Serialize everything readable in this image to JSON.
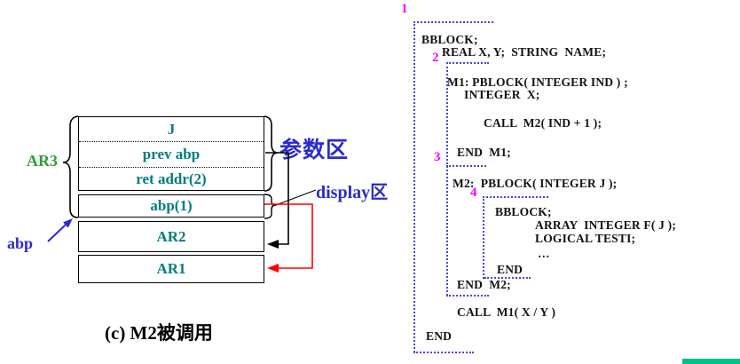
{
  "slide": {
    "accent_bar_color": "#00C08C"
  },
  "diagram": {
    "ar_brace_label": "AR3",
    "abp_pointer_label": "abp",
    "stack_rows": [
      "J",
      "prev abp",
      "ret addr(2)",
      "abp(1)"
    ],
    "lower_frames": [
      "AR2",
      "AR1"
    ],
    "param_area_label": "参数区",
    "display_area_label": "display区",
    "caption": "(c) M2被调用",
    "colors": {
      "frame_text": "#007d7d",
      "brace_label_green": "#2e9e2e",
      "blue_annotation": "#2b2bcc",
      "prev_abp_link": "#000000",
      "display_link": "#ff0000"
    }
  },
  "code": {
    "scope_markers": [
      "1",
      "2",
      "3",
      "4"
    ],
    "marker_color": "#ff00ff",
    "border_color": "#4646dd",
    "lines": [
      "BBLOCK;",
      "REAL X, Y;  STRING  NAME;",
      "M1: PBLOCK( INTEGER IND ) ;",
      "INTEGER  X;",
      "CALL  M2( IND + 1 );",
      "END  M1;",
      "M2:  PBLOCK( INTEGER J );",
      "BBLOCK;",
      "ARRAY  INTEGER F( J );",
      "LOGICAL TESTI;",
      "…",
      "END",
      "END  M2;",
      "CALL  M1( X / Y )",
      "END"
    ]
  }
}
